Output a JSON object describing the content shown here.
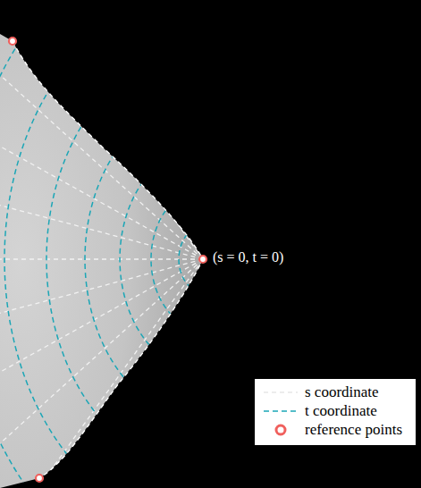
{
  "diagram": {
    "labels": [
      "(s = 0, t = 0)"
    ],
    "legend": [
      {
        "text": "s coordinate"
      },
      {
        "text": "t coordinate"
      },
      {
        "text": "reference points"
      }
    ]
  }
}
